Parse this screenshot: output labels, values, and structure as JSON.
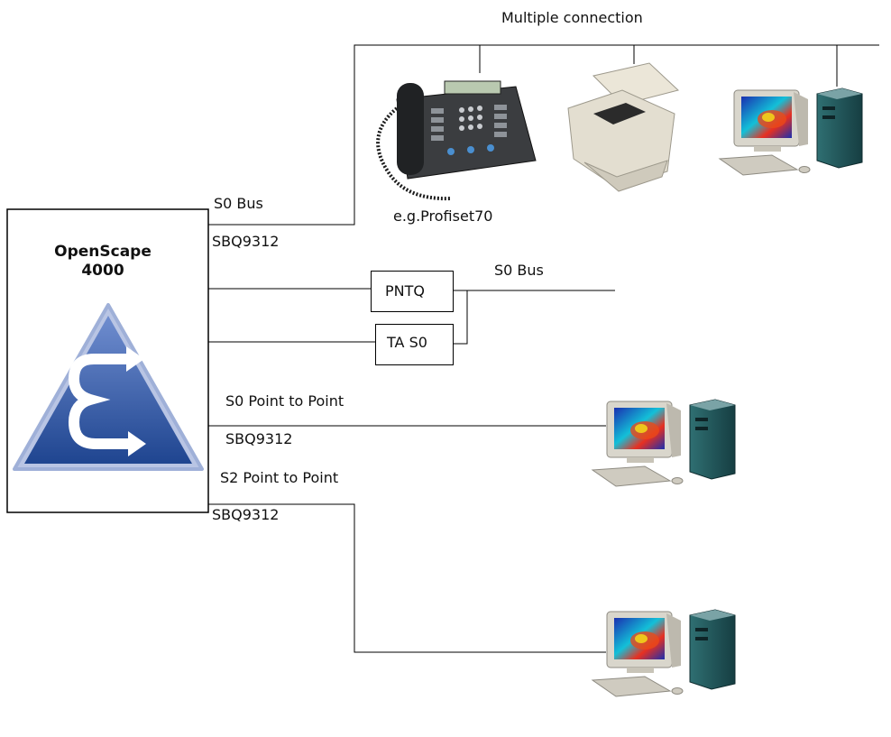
{
  "system": {
    "title_line1": "OpenScape",
    "title_line2": "4000"
  },
  "labels": {
    "multiple_connection": "Multiple connection",
    "s0_bus_top": "S0 Bus",
    "sbq_top": "SBQ9312",
    "phone_caption": "e.g.Profiset70",
    "s0_bus_mid": "S0 Bus",
    "s0_point_to_point": "S0 Point to Point",
    "sbq_mid": "SBQ9312",
    "s2_point_to_point": "S2 Point to Point",
    "sbq_bottom": "SBQ9312"
  },
  "boxes": {
    "pntq": "PNTQ",
    "ta_s0": "TA S0"
  },
  "devices": {
    "phone": "phone-icon",
    "fax": "fax-printer-icon",
    "pc_top": "computer-icon",
    "pc_mid": "computer-icon",
    "pc_bottom": "computer-icon"
  },
  "colors": {
    "logo_blue": "#2a4f97",
    "logo_light": "#c9d3ee",
    "line": "#000000"
  }
}
